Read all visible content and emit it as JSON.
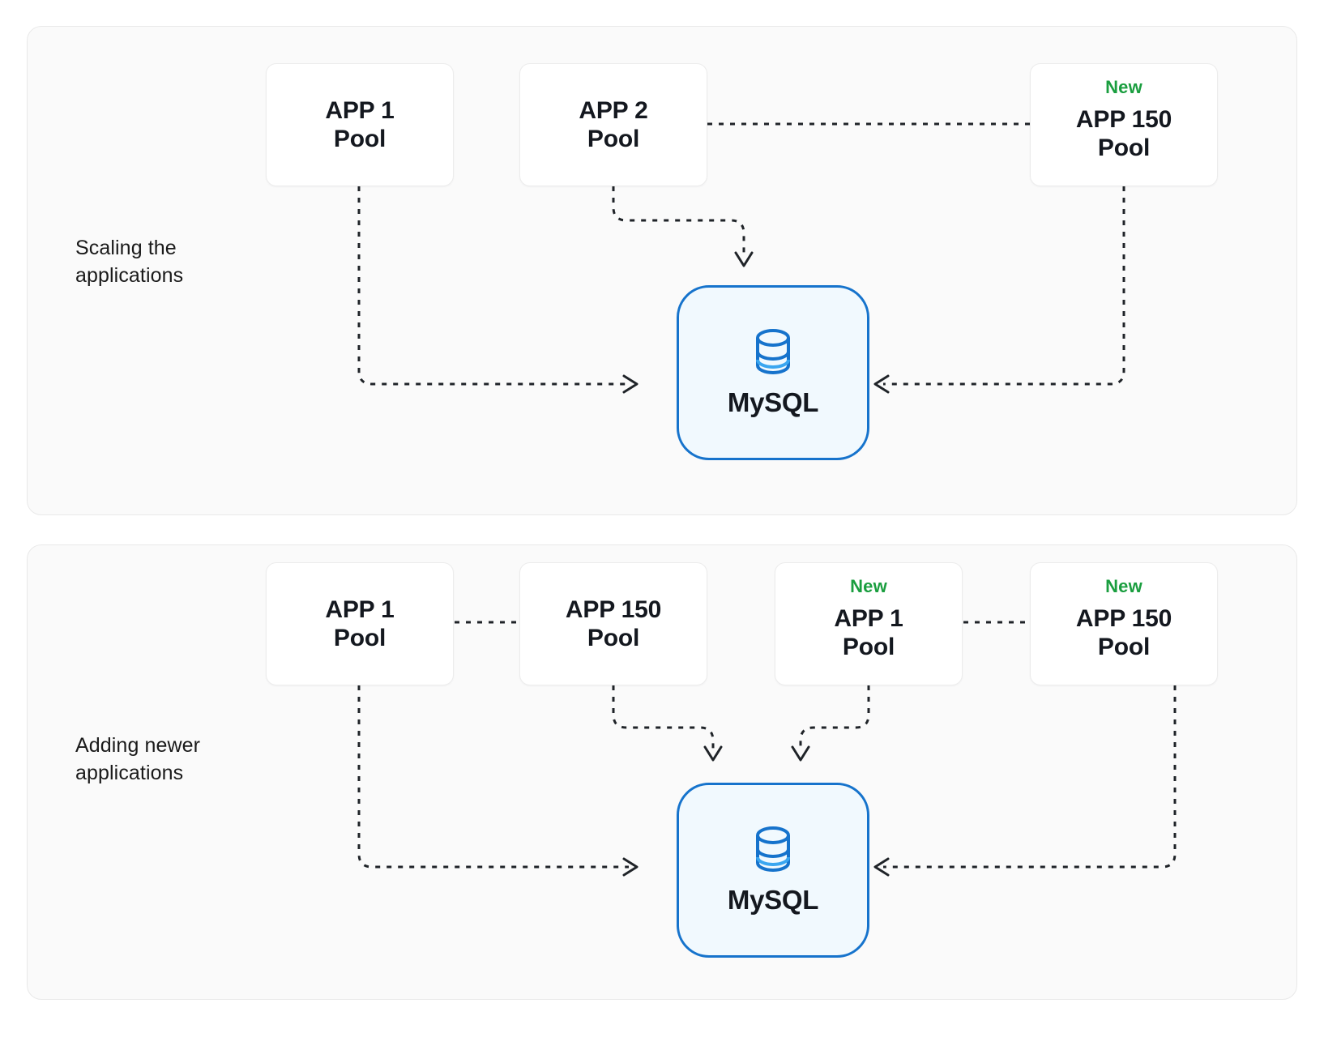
{
  "diagram": {
    "title": "Database connection pool scaling diagram",
    "background": "#ffffff",
    "panel_bg": "#fafafa",
    "panel_border": "#e9e9e9",
    "new_badge_color": "#1a9e3f",
    "db_border_color": "#1673cc",
    "db_fill_color": "#f1f9fe",
    "link_color": "#1f2328"
  },
  "panels": [
    {
      "id": "scaling",
      "caption": "Scaling the\napplications",
      "cards": [
        {
          "badge": "",
          "title": "APP 1",
          "sub": "Pool"
        },
        {
          "badge": "",
          "title": "APP 2",
          "sub": "Pool"
        },
        {
          "badge": "New",
          "title": "APP 150",
          "sub": "Pool"
        }
      ],
      "database": {
        "label": "MySQL",
        "icon": "database-icon"
      }
    },
    {
      "id": "adding",
      "caption": "Adding newer\napplications",
      "cards": [
        {
          "badge": "",
          "title": "APP 1",
          "sub": "Pool"
        },
        {
          "badge": "",
          "title": "APP 150",
          "sub": "Pool"
        },
        {
          "badge": "New",
          "title": "APP 1",
          "sub": "Pool"
        },
        {
          "badge": "New",
          "title": "APP 150",
          "sub": "Pool"
        }
      ],
      "database": {
        "label": "MySQL",
        "icon": "database-icon"
      }
    }
  ]
}
